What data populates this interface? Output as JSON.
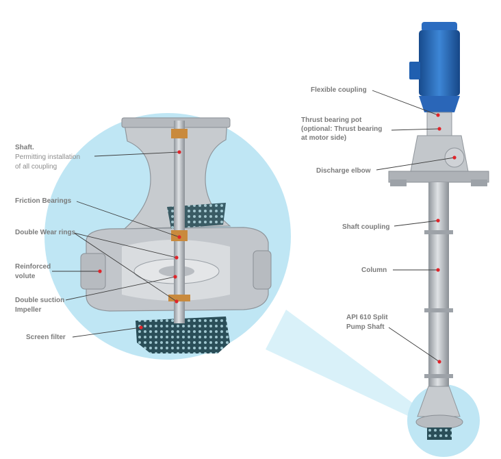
{
  "labels": {
    "shaft_title": "Shaft.",
    "shaft_desc_1": "Permitting installation",
    "shaft_desc_2": "of all coupling",
    "friction_bearings": "Friction Bearings",
    "double_wear_rings": "Double Wear rings",
    "reinforced_volute_1": "Reinforced",
    "reinforced_volute_2": "volute",
    "double_suction_1": "Double suction",
    "double_suction_2": "Impeller",
    "screen_filter": "Screen filter",
    "flexible_coupling": "Flexible coupling",
    "thrust_pot_1": "Thrust bearing pot",
    "thrust_pot_2": "(optional: Thrust bearing",
    "thrust_pot_3": "at motor side)",
    "discharge_elbow": "Discharge elbow",
    "shaft_coupling": "Shaft coupling",
    "column": "Column",
    "api_shaft_1": "API 610 Split",
    "api_shaft_2": "Pump Shaft"
  },
  "colors": {
    "callout_circle": "#bfe6f4",
    "motor_blue": "#1f5fb0",
    "metal": "#b4b8bd",
    "metal_dark": "#8a8f95",
    "accent_red": "#e0242a",
    "label_gray": "#7a7a7a"
  }
}
